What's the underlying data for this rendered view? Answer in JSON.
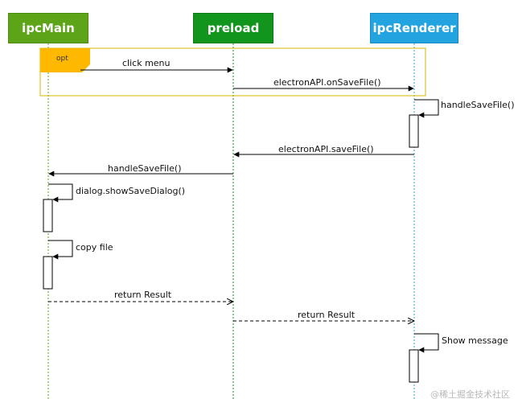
{
  "participants": {
    "ipcmain": "ipcMain",
    "preload": "preload",
    "renderer": "ipcRenderer"
  },
  "fragment": {
    "label": "opt"
  },
  "messages": {
    "click_menu": "click menu",
    "on_save_file": "electronAPI.onSaveFile()",
    "renderer_handle": "handleSaveFile()",
    "save_file": "electronAPI.saveFile()",
    "main_handle": "handleSaveFile()",
    "show_dialog": "dialog.showSaveDialog()",
    "copy_file": "copy file",
    "return_main": "return Result",
    "return_preload": "return Result",
    "show_message": "Show message"
  },
  "colors": {
    "ipcmain": "#5da419",
    "preload": "#11951c",
    "renderer": "#23a4e0",
    "opt_tab": "#ffb800",
    "opt_border": "#d6b700"
  },
  "watermark": "@稀土掘金技术社区"
}
